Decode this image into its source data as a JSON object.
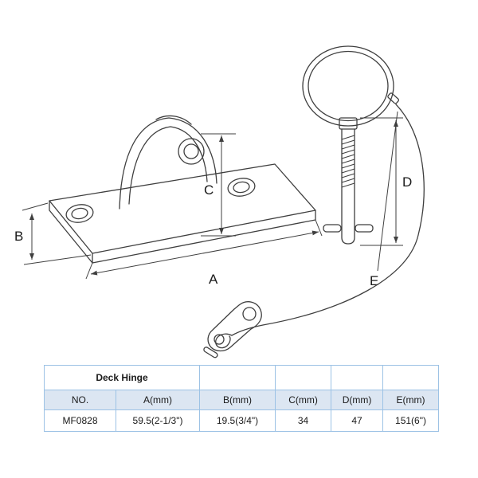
{
  "diagram": {
    "labels": {
      "a": "A",
      "b": "B",
      "c": "C",
      "d": "D",
      "e": "E"
    }
  },
  "table": {
    "title": "Deck Hinge",
    "headers": [
      "NO.",
      "A(mm)",
      "B(mm)",
      "C(mm)",
      "D(mm)",
      "E(mm)"
    ],
    "rows": [
      [
        "MF0828",
        "59.5(2-1/3\")",
        "19.5(3/4\")",
        "34",
        "47",
        "151(6\")"
      ]
    ]
  },
  "colors": {
    "line_color": "#3f3f3f",
    "table_border": "#9cc2e5",
    "header_bg": "#dce6f2",
    "text_color": "#1a1a1a"
  }
}
